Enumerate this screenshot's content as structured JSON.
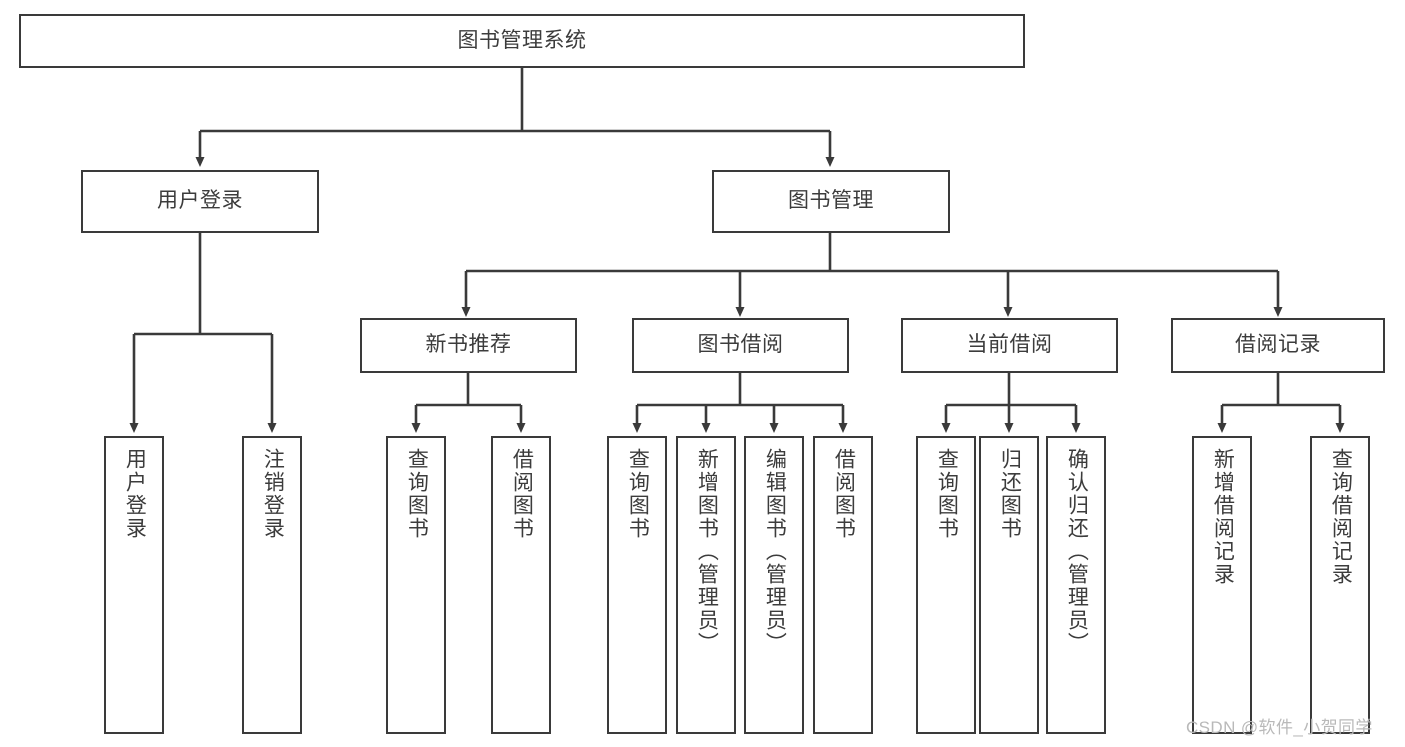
{
  "diagram": {
    "title": "图书管理系统",
    "type": "hierarchy-tree",
    "root": {
      "id": "root",
      "label": "图书管理系统"
    },
    "level2": [
      {
        "id": "user-login",
        "label": "用户登录"
      },
      {
        "id": "book-management",
        "label": "图书管理"
      }
    ],
    "level3": [
      {
        "id": "new-book-recommend",
        "label": "新书推荐",
        "parent": "book-management"
      },
      {
        "id": "book-borrow",
        "label": "图书借阅",
        "parent": "book-management"
      },
      {
        "id": "current-borrow",
        "label": "当前借阅",
        "parent": "book-management"
      },
      {
        "id": "borrow-record",
        "label": "借阅记录",
        "parent": "book-management"
      }
    ],
    "leaves": [
      {
        "id": "leaf-user-login",
        "label": "用户登录",
        "parent": "user-login"
      },
      {
        "id": "leaf-logout-login",
        "label": "注销登录",
        "parent": "user-login"
      },
      {
        "id": "leaf-query-book-1",
        "label": "查询图书",
        "parent": "new-book-recommend"
      },
      {
        "id": "leaf-borrow-book-1",
        "label": "借阅图书",
        "parent": "new-book-recommend"
      },
      {
        "id": "leaf-query-book-2",
        "label": "查询图书",
        "parent": "book-borrow"
      },
      {
        "id": "leaf-add-book",
        "label": "新增图书（管理员）",
        "parent": "book-borrow"
      },
      {
        "id": "leaf-edit-book",
        "label": "编辑图书（管理员）",
        "parent": "book-borrow"
      },
      {
        "id": "leaf-borrow-book-2",
        "label": "借阅图书",
        "parent": "book-borrow"
      },
      {
        "id": "leaf-query-book-3",
        "label": "查询图书",
        "parent": "current-borrow"
      },
      {
        "id": "leaf-return-book",
        "label": "归还图书",
        "parent": "current-borrow"
      },
      {
        "id": "leaf-confirm-return",
        "label": "确认归还（管理员）",
        "parent": "current-borrow"
      },
      {
        "id": "leaf-add-record",
        "label": "新增借阅记录",
        "parent": "borrow-record"
      },
      {
        "id": "leaf-query-record",
        "label": "查询借阅记录",
        "parent": "borrow-record"
      }
    ],
    "watermark": "CSDN @软件_小贺同学",
    "colors": {
      "border": "#3a3a3a",
      "text": "#3c3c3c",
      "background": "#ffffff",
      "watermark": "#b9b9b9"
    }
  }
}
